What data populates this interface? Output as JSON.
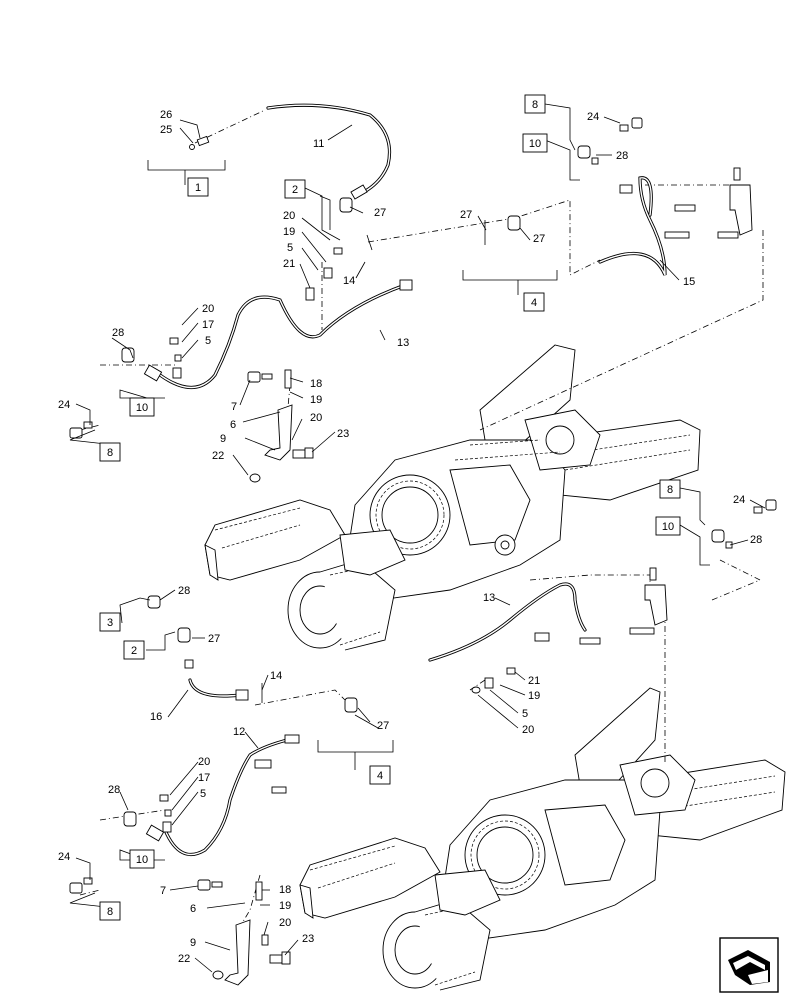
{
  "callouts": {
    "upper_left": {
      "n26": "26",
      "n25": "25",
      "n11": "11",
      "n20a": "20",
      "n19a": "19",
      "n5a": "5",
      "n21a": "21",
      "n14a": "14",
      "n27a": "27",
      "n27b": "27",
      "n27c": "27",
      "n13a": "13",
      "n28a": "28",
      "n20b": "20",
      "n17a": "17",
      "n5b": "5",
      "n24a": "24",
      "n18a": "18",
      "n19b": "19",
      "n7a": "7",
      "n6a": "6",
      "n20c": "20",
      "n9a": "9",
      "n22a": "22",
      "n23a": "23"
    },
    "upper_right": {
      "n24b": "24",
      "n28b": "28",
      "n15": "15",
      "n24c": "24",
      "n28c": "28"
    },
    "lower": {
      "n28d": "28",
      "n27d": "27",
      "n13b": "13",
      "n14b": "14",
      "n16": "16",
      "n21b": "21",
      "n19c": "19",
      "n5c": "5",
      "n20d": "20",
      "n27e": "27",
      "n12": "12",
      "n20e": "20",
      "n17b": "17",
      "n5d": "5",
      "n28e": "28",
      "n24d": "24",
      "n7b": "7",
      "n18b": "18",
      "n6b": "6",
      "n19d": "19",
      "n20f": "20",
      "n9b": "9",
      "n23b": "23",
      "n22b": "22"
    }
  },
  "boxes": {
    "b1": "1",
    "b2a": "2",
    "b4a": "4",
    "b8a": "8",
    "b10a": "10",
    "b10b": "10",
    "b8b": "8",
    "b8c": "8",
    "b10c": "10",
    "b3": "3",
    "b2b": "2",
    "b4b": "4",
    "b10d": "10",
    "b8d": "8"
  },
  "icons": {
    "corner": "view-direction-arrow-icon"
  }
}
